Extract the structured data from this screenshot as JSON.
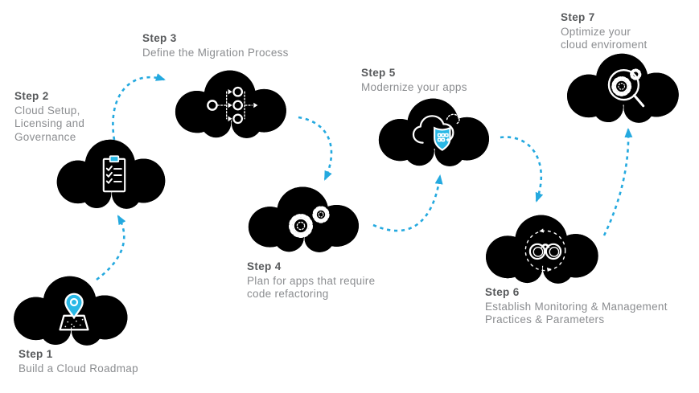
{
  "diagram": {
    "type": "process-flow",
    "subject": "cloud migration steps"
  },
  "colors": {
    "cloud_fill": "#29B8E6",
    "cloud_stroke": "#0E9BCB",
    "arrow": "#24A9DF",
    "step_label": "#57595B",
    "step_desc": "#8B8D90",
    "icon_stroke": "#FFFFFF",
    "background": "#FFFFFF"
  },
  "steps": [
    {
      "label": "Step 1",
      "desc": "Build a Cloud Roadmap",
      "icon": "map-roadmap-icon"
    },
    {
      "label": "Step 2",
      "desc": "Cloud Setup, Licensing and Governance",
      "icon": "checklist-clipboard-icon"
    },
    {
      "label": "Step 3",
      "desc": "Define the Migration Process",
      "icon": "migration-flow-icon"
    },
    {
      "label": "Step 4",
      "desc": "Plan for apps that require code refactoring",
      "icon": "gears-icon"
    },
    {
      "label": "Step 5",
      "desc": "Modernize your apps",
      "icon": "shield-cloud-icon"
    },
    {
      "label": "Step 6",
      "desc": "Establish Monitoring & Management Practices & Parameters",
      "icon": "binoculars-monitoring-icon"
    },
    {
      "label": "Step 7",
      "desc": "Optimize your cloud enviroment",
      "icon": "magnifier-gear-icon"
    }
  ],
  "connectors": [
    {
      "from": "Step 1",
      "to": "Step 2"
    },
    {
      "from": "Step 2",
      "to": "Step 3"
    },
    {
      "from": "Step 3",
      "to": "Step 4"
    },
    {
      "from": "Step 4",
      "to": "Step 5"
    },
    {
      "from": "Step 5",
      "to": "Step 6"
    },
    {
      "from": "Step 6",
      "to": "Step 7"
    }
  ]
}
